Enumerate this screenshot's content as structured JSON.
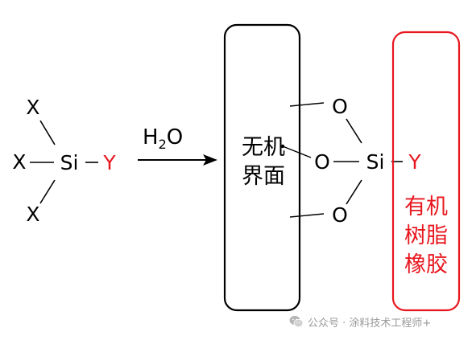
{
  "reactant": {
    "x_top": "X",
    "x_mid": "X",
    "x_bottom": "X",
    "si": "Si",
    "y": "Y"
  },
  "reaction": {
    "reagent_h": "H",
    "reagent_sub": "2",
    "reagent_o": "O"
  },
  "inorganic_interface": {
    "line1": "无机",
    "line2": "界面"
  },
  "product": {
    "o_top": "O",
    "o_mid": "O",
    "o_bottom": "O",
    "si": "Si",
    "y": "Y"
  },
  "organic_resin": {
    "line1": "有机",
    "line2": "树脂",
    "line3": "橡胶"
  },
  "watermark": {
    "text": "公众号 · 涂料技术工程师+"
  },
  "colors": {
    "black": "#000000",
    "red": "#e8171f",
    "watermark_gray": "#9a9a9a"
  }
}
